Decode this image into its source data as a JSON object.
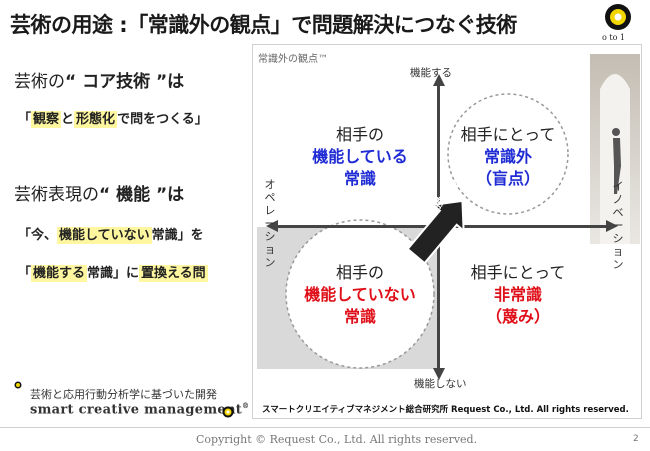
{
  "header": {
    "title": "芸術の用途 :「常識外の観点」で問題解決につなぐ技術",
    "logo_text": "o to 1"
  },
  "left": {
    "heading1_pre": "芸術の",
    "heading1_bold": "“ コア技術 ”は",
    "sub1": [
      "「",
      "観察",
      "と",
      "形態化",
      "で問をつくる」"
    ],
    "heading2_pre": "芸術表現の",
    "heading2_bold": "“ 機能 ”は",
    "sub2": [
      "「今、",
      "機能していない",
      "常識」を"
    ],
    "sub3": [
      "「",
      "機能する",
      "常識」に",
      "置換える問"
    ],
    "footer_small": "芸術と応用行動分析学に基づいた開発",
    "footer_brand": "smart creative management",
    "footer_mark": "®"
  },
  "diagram": {
    "panel_label": "常識外の観点™",
    "axis_top": "機能する",
    "axis_bottom": "機能しない",
    "axis_left": "オペレーション",
    "axis_right": "イノベーション",
    "arrow_label": "置換える",
    "quadrants": {
      "top_left": {
        "line1": "相手の",
        "line2": "機能している",
        "line3": "常識"
      },
      "top_right": {
        "line1": "相手にとって",
        "line2": "常識外",
        "line3": "（盲点）"
      },
      "bottom_left": {
        "line1": "相手の",
        "line2": "機能していない",
        "line3": "常識"
      },
      "bottom_right": {
        "line1": "相手にとって",
        "line2": "非常識",
        "line3": "（蔑み）"
      }
    },
    "copyright": "スマートクリエイティブマネジメント総合研究所 Request Co., Ltd.  All rights reserved."
  },
  "footer": {
    "copyright": "Copyright © Request Co., Ltd. All rights reserved.",
    "page_number": "2"
  },
  "colors": {
    "blue": "#1f2bd4",
    "red": "#e0101a",
    "highlight": "#fff7a0",
    "logo_yellow": "#f2d600"
  }
}
